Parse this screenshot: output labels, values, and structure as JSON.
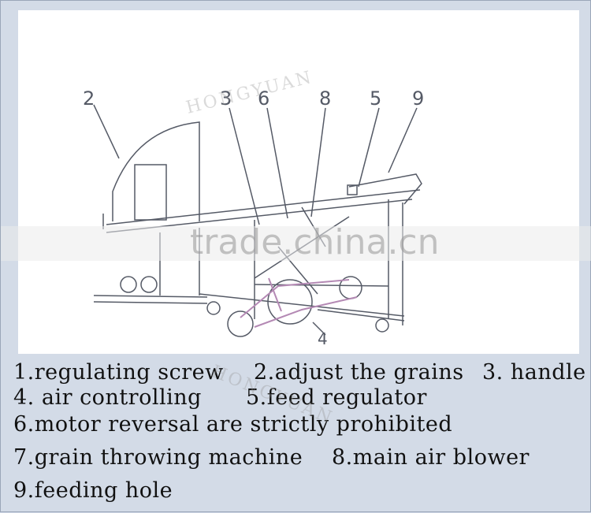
{
  "callouts": [
    "2",
    "3",
    "6",
    "8",
    "5",
    "9",
    "4"
  ],
  "legend": {
    "line1": [
      "1.regulating screw",
      "2.adjust the grains",
      "3. handle"
    ],
    "line2": [
      "4. air controlling",
      "5.feed regulator"
    ],
    "line3": [
      "6.motor reversal are strictly prohibited"
    ],
    "line4": [
      "7.grain throwing machine",
      "8.main air blower"
    ],
    "line5": [
      "9.feeding hole"
    ]
  },
  "watermark": {
    "brand": "HONGYUAN",
    "site": "trade.china.cn"
  },
  "colors": {
    "line": "#555a66",
    "belt": "#b489b4",
    "background": "#d3dbe7"
  }
}
